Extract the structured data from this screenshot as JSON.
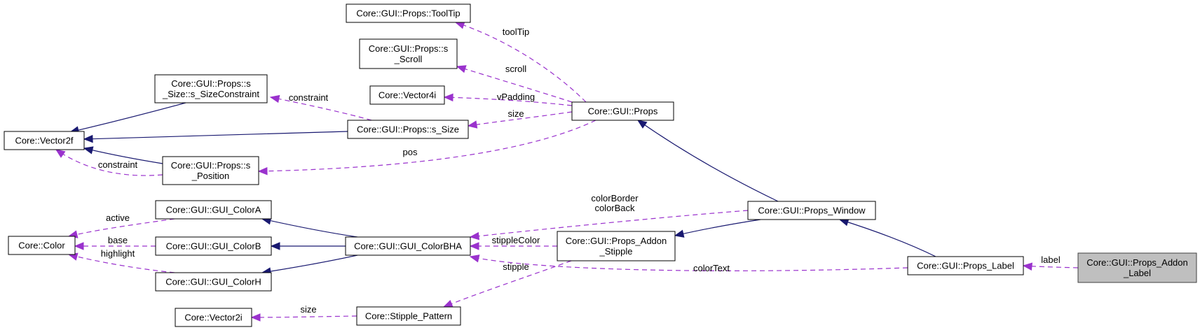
{
  "nodes": {
    "vector2f": {
      "lines": [
        "Core::Vector2f"
      ]
    },
    "size_constraint": {
      "lines": [
        "Core::GUI::Props::s",
        "_Size::s_SizeConstraint"
      ]
    },
    "props_position": {
      "lines": [
        "Core::GUI::Props::s",
        "_Position"
      ]
    },
    "props_size": {
      "lines": [
        "Core::GUI::Props::s_Size"
      ]
    },
    "vector4i": {
      "lines": [
        "Core::Vector4i"
      ]
    },
    "props_scroll": {
      "lines": [
        "Core::GUI::Props::s",
        "_Scroll"
      ]
    },
    "props_tooltip": {
      "lines": [
        "Core::GUI::Props::ToolTip"
      ]
    },
    "props": {
      "lines": [
        "Core::GUI::Props"
      ]
    },
    "color": {
      "lines": [
        "Core::Color"
      ]
    },
    "colora": {
      "lines": [
        "Core::GUI::GUI_ColorA"
      ]
    },
    "colorb": {
      "lines": [
        "Core::GUI::GUI_ColorB"
      ]
    },
    "colorh": {
      "lines": [
        "Core::GUI::GUI_ColorH"
      ]
    },
    "colorbha": {
      "lines": [
        "Core::GUI::GUI_ColorBHA"
      ]
    },
    "addon_stipple": {
      "lines": [
        "Core::GUI::Props_Addon",
        "_Stipple"
      ]
    },
    "stipple_pattern": {
      "lines": [
        "Core::Stipple_Pattern"
      ]
    },
    "vector2i": {
      "lines": [
        "Core::Vector2i"
      ]
    },
    "props_window": {
      "lines": [
        "Core::GUI::Props_Window"
      ]
    },
    "props_label": {
      "lines": [
        "Core::GUI::Props_Label"
      ]
    },
    "addon_label": {
      "lines": [
        "Core::GUI::Props_Addon",
        "_Label"
      ]
    }
  },
  "edges": [
    {
      "id": "sizeconstraint-to-vector2f",
      "from": "size_constraint",
      "to": "vector2f",
      "kind": "inherit"
    },
    {
      "id": "size-to-vector2f",
      "from": "props_size",
      "to": "vector2f",
      "kind": "inherit"
    },
    {
      "id": "position-to-vector2f",
      "from": "props_position",
      "to": "vector2f",
      "kind": "inherit"
    },
    {
      "id": "window-to-props",
      "from": "props_window",
      "to": "props",
      "kind": "inherit"
    },
    {
      "id": "colorbha-to-colora",
      "from": "colorbha",
      "to": "colora",
      "kind": "inherit"
    },
    {
      "id": "colorbha-to-colorb",
      "from": "colorbha",
      "to": "colorb",
      "kind": "inherit"
    },
    {
      "id": "colorbha-to-colorh",
      "from": "colorbha",
      "to": "colorh",
      "kind": "inherit"
    },
    {
      "id": "window-to-stipple",
      "from": "props_window",
      "to": "addon_stipple",
      "kind": "inherit"
    },
    {
      "id": "label-to-window",
      "from": "props_label",
      "to": "props_window",
      "kind": "inherit"
    },
    {
      "id": "constraint-size",
      "from": "props_size",
      "to": "size_constraint",
      "kind": "use",
      "label": "constraint"
    },
    {
      "id": "constraint-position",
      "from": "props_position",
      "to": "vector2f",
      "kind": "use",
      "label": "constraint"
    },
    {
      "id": "tooltip",
      "from": "props",
      "to": "props_tooltip",
      "kind": "use",
      "label": "toolTip"
    },
    {
      "id": "scroll",
      "from": "props",
      "to": "props_scroll",
      "kind": "use",
      "label": "scroll"
    },
    {
      "id": "vpadding",
      "from": "props",
      "to": "vector4i",
      "kind": "use",
      "label": "vPadding"
    },
    {
      "id": "size",
      "from": "props",
      "to": "props_size",
      "kind": "use",
      "label": "size"
    },
    {
      "id": "pos",
      "from": "props",
      "to": "props_position",
      "kind": "use",
      "label": "pos"
    },
    {
      "id": "active",
      "from": "colora",
      "to": "color",
      "kind": "use",
      "label": "active"
    },
    {
      "id": "base",
      "from": "colorb",
      "to": "color",
      "kind": "use",
      "label": "base"
    },
    {
      "id": "highlight",
      "from": "colorh",
      "to": "color",
      "kind": "use",
      "label": "highlight"
    },
    {
      "id": "colorborder-colorback",
      "from": "props_window",
      "to": "colorbha",
      "kind": "use",
      "label": "colorBorder\ncolorBack"
    },
    {
      "id": "stipplecolor",
      "from": "addon_stipple",
      "to": "colorbha",
      "kind": "use",
      "label": "stippleColor"
    },
    {
      "id": "colortext",
      "from": "props_label",
      "to": "colorbha",
      "kind": "use",
      "label": "colorText"
    },
    {
      "id": "stipple",
      "from": "addon_stipple",
      "to": "stipple_pattern",
      "kind": "use",
      "label": "stipple"
    },
    {
      "id": "size-vector2i",
      "from": "stipple_pattern",
      "to": "vector2i",
      "kind": "use",
      "label": "size"
    },
    {
      "id": "label",
      "from": "addon_label",
      "to": "props_label",
      "kind": "use",
      "label": "label"
    }
  ],
  "colors": {
    "inherit_edge": "#191970",
    "use_edge": "#9a32cd",
    "highlight_fill": "#bfbfbf"
  }
}
